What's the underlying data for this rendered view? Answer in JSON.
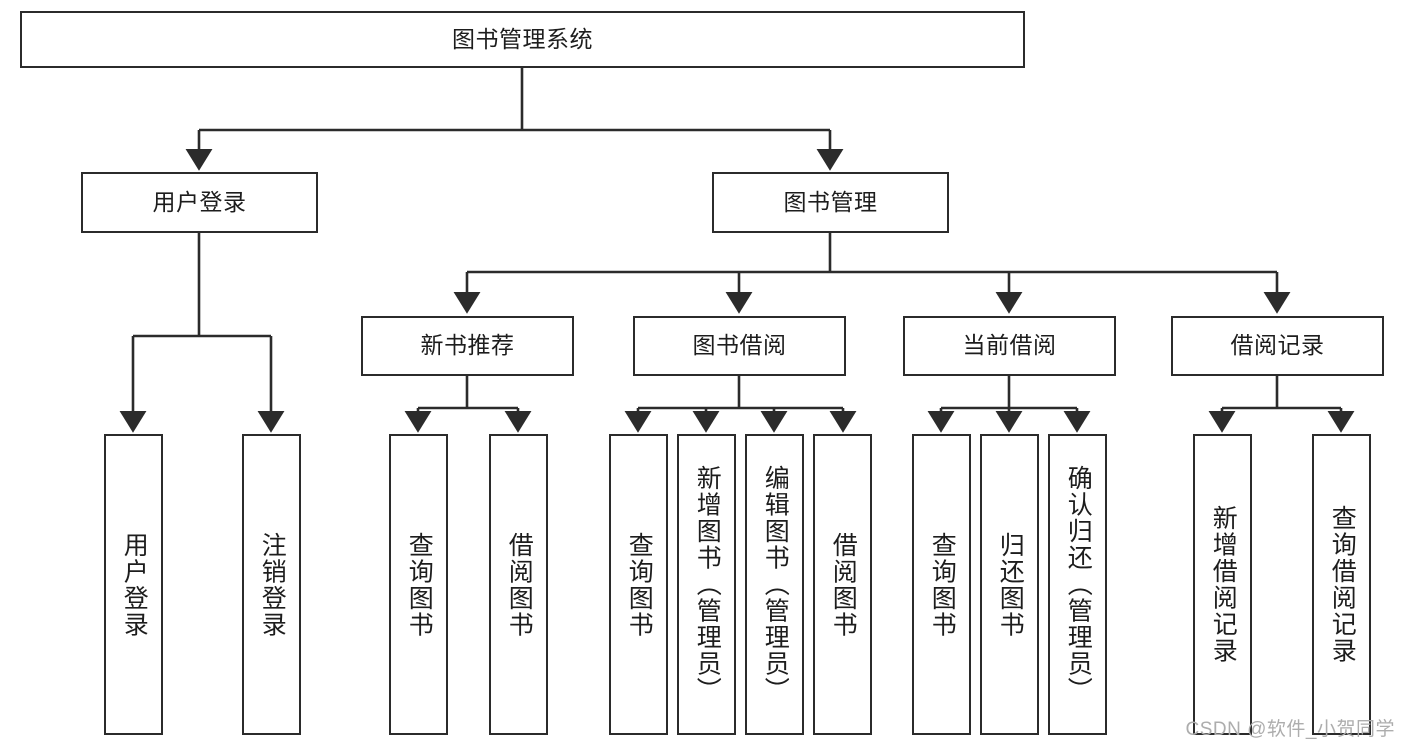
{
  "diagram": {
    "type": "tree-hierarchy-diagram",
    "title": "图书管理系统",
    "root": {
      "id": "root",
      "label": "图书管理系统"
    },
    "level1": [
      {
        "id": "user-login",
        "label": "用户登录"
      },
      {
        "id": "book-manage",
        "label": "图书管理"
      }
    ],
    "level2": [
      {
        "id": "new-book-recommend",
        "label": "新书推荐",
        "parent": "book-manage"
      },
      {
        "id": "book-borrow",
        "label": "图书借阅",
        "parent": "book-manage"
      },
      {
        "id": "current-borrow",
        "label": "当前借阅",
        "parent": "book-manage"
      },
      {
        "id": "borrow-record",
        "label": "借阅记录",
        "parent": "book-manage"
      }
    ],
    "leaves": {
      "user_login": [
        {
          "id": "leaf-user-login",
          "label": "用户登录"
        },
        {
          "id": "leaf-user-logout",
          "label": "注销登录"
        }
      ],
      "new_book_recommend": [
        {
          "id": "leaf-query-book-1",
          "label": "查询图书"
        },
        {
          "id": "leaf-borrow-book-1",
          "label": "借阅图书"
        }
      ],
      "book_borrow": [
        {
          "id": "leaf-query-book-2",
          "label": "查询图书"
        },
        {
          "id": "leaf-add-book",
          "label": "新增图书（管理员）"
        },
        {
          "id": "leaf-edit-book",
          "label": "编辑图书（管理员）"
        },
        {
          "id": "leaf-borrow-book-2",
          "label": "借阅图书"
        }
      ],
      "current_borrow": [
        {
          "id": "leaf-query-book-3",
          "label": "查询图书"
        },
        {
          "id": "leaf-return-book",
          "label": "归还图书"
        },
        {
          "id": "leaf-confirm-return",
          "label": "确认归还（管理员）"
        }
      ],
      "borrow_record": [
        {
          "id": "leaf-add-record",
          "label": "新增借阅记录"
        },
        {
          "id": "leaf-query-record",
          "label": "查询借阅记录"
        }
      ]
    },
    "watermark": "CSDN @软件_小贺同学",
    "colors": {
      "stroke": "#2b2b2b",
      "fill": "#ffffff",
      "text": "#1d1d1d",
      "watermark": "#adadad"
    }
  }
}
